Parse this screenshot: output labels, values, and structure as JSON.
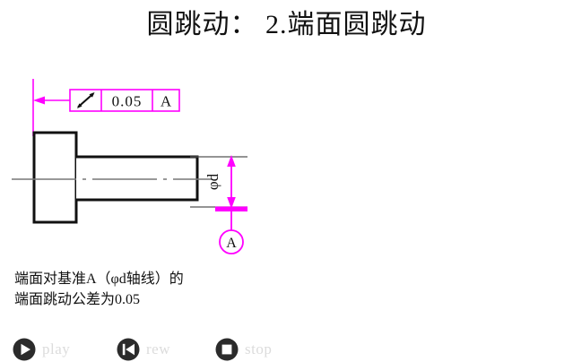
{
  "title": "圆跳动： 2.端面圆跳动",
  "drawing": {
    "tolerance_frame": {
      "symbol_name": "circular-runout-symbol",
      "tolerance_value": "0.05",
      "datum_reference": "A",
      "frame_color": "#FF00FF"
    },
    "datum_feature": {
      "label": "A",
      "color": "#FF00FF"
    },
    "dimension": {
      "label": "φd",
      "color": "#FF00FF"
    },
    "colors": {
      "outline": "#111111",
      "centerline": "#777777",
      "annotation": "#FF00FF",
      "extension": "#555555"
    }
  },
  "caption": {
    "line1": "端面对基准A（φd轴线）的",
    "line2": "端面跳动公差为0.05"
  },
  "controls": [
    {
      "id": "play",
      "label": "play",
      "icon": "play-icon"
    },
    {
      "id": "rew",
      "label": "rew",
      "icon": "rewind-icon"
    },
    {
      "id": "stop",
      "label": "stop",
      "icon": "stop-icon"
    }
  ]
}
